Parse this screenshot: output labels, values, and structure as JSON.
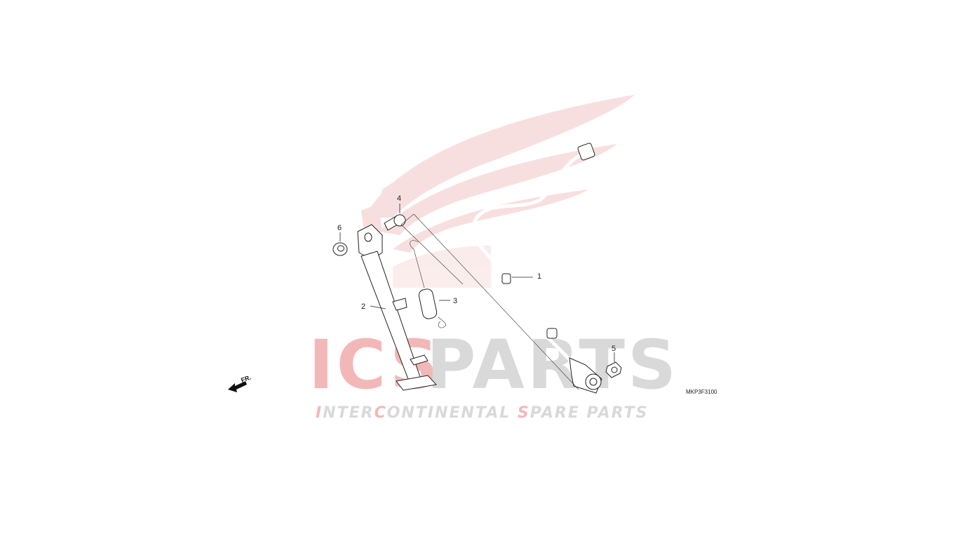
{
  "callouts": [
    "1",
    "2",
    "3",
    "4",
    "5",
    "6"
  ],
  "diagram_code": "MKP3F3100",
  "front_marker": "FR.",
  "watermark": {
    "logo_part1": "ICS",
    "logo_part2": "PARTS",
    "tagline_letters": [
      {
        "t": "I",
        "accent": true
      },
      {
        "t": "NTER",
        "accent": false
      },
      {
        "t": "C",
        "accent": true
      },
      {
        "t": "ONTINENTAL ",
        "accent": false
      },
      {
        "t": "S",
        "accent": true
      },
      {
        "t": "PARE PARTS",
        "accent": false
      }
    ],
    "accent_color": "#f2b8b8",
    "gray_color": "#d9d9d9"
  }
}
